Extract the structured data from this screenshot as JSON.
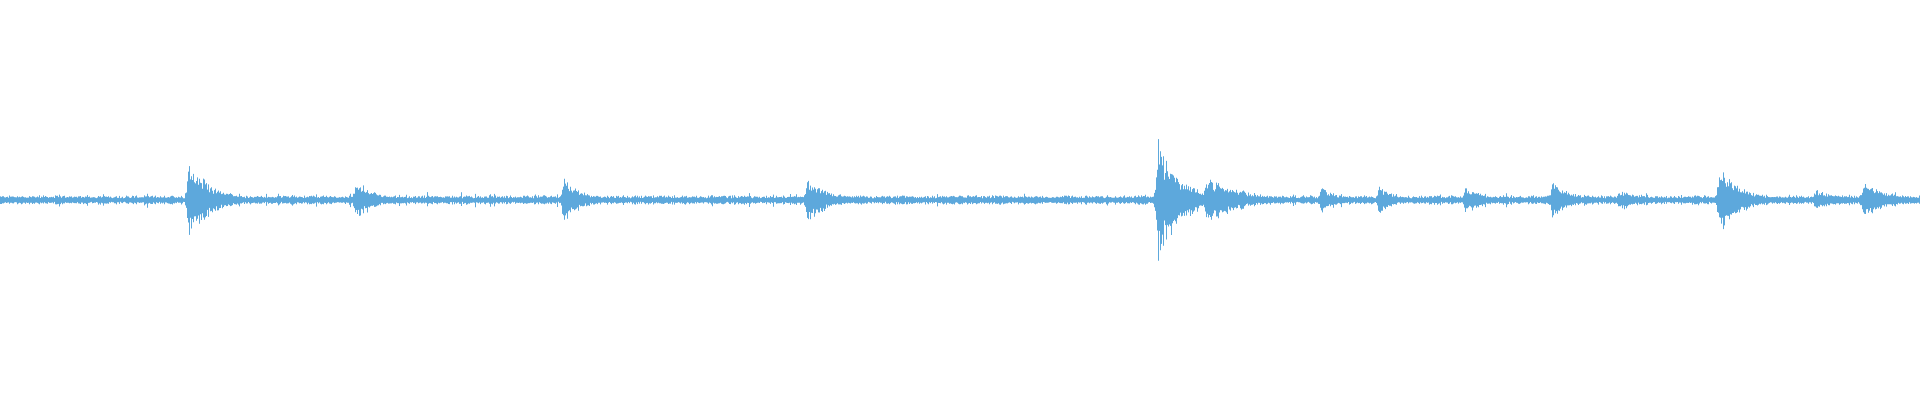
{
  "waveform": {
    "color": "#5DA8DC",
    "background": "#FFFFFF",
    "baseline_amplitude": 0.012,
    "noise_amplitude": 0.025,
    "sample_columns": 1920,
    "bursts": [
      {
        "t": 0.098,
        "amplitude": 0.23,
        "decay": 0.012
      },
      {
        "t": 0.185,
        "amplitude": 0.12,
        "decay": 0.01
      },
      {
        "t": 0.293,
        "amplitude": 0.13,
        "decay": 0.01
      },
      {
        "t": 0.42,
        "amplitude": 0.13,
        "decay": 0.012
      },
      {
        "t": 0.603,
        "amplitude": 0.33,
        "decay": 0.012
      },
      {
        "t": 0.628,
        "amplitude": 0.13,
        "decay": 0.02
      },
      {
        "t": 0.688,
        "amplitude": 0.08,
        "decay": 0.008
      },
      {
        "t": 0.718,
        "amplitude": 0.08,
        "decay": 0.008
      },
      {
        "t": 0.763,
        "amplitude": 0.08,
        "decay": 0.01
      },
      {
        "t": 0.808,
        "amplitude": 0.11,
        "decay": 0.01
      },
      {
        "t": 0.843,
        "amplitude": 0.06,
        "decay": 0.015
      },
      {
        "t": 0.895,
        "amplitude": 0.19,
        "decay": 0.012
      },
      {
        "t": 0.945,
        "amplitude": 0.06,
        "decay": 0.015
      },
      {
        "t": 0.97,
        "amplitude": 0.1,
        "decay": 0.015
      }
    ]
  }
}
